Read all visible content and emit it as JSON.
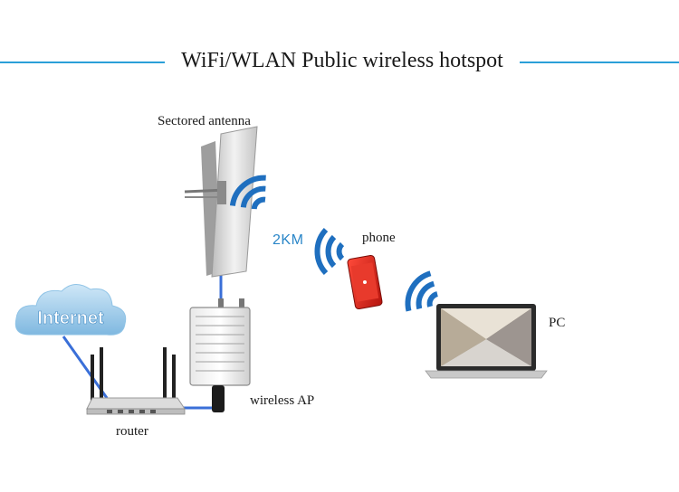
{
  "title": "WiFi/WLAN Public wireless hotspot",
  "labels": {
    "sectored_antenna": "Sectored antenna",
    "distance": "2KM",
    "phone": "phone",
    "pc": "PC",
    "wireless_ap": "wireless AP",
    "router": "router",
    "internet": "Internet"
  },
  "colors": {
    "accent_line": "#2a9fd8",
    "wifi_signal": "#1f6fbf",
    "cable": "#3a6fd8",
    "phone_body": "#d8261f"
  },
  "icons": [
    "cloud-icon",
    "router-icon",
    "wireless-ap-icon",
    "sector-antenna-icon",
    "wifi-signal-icon",
    "phone-icon",
    "laptop-icon"
  ]
}
